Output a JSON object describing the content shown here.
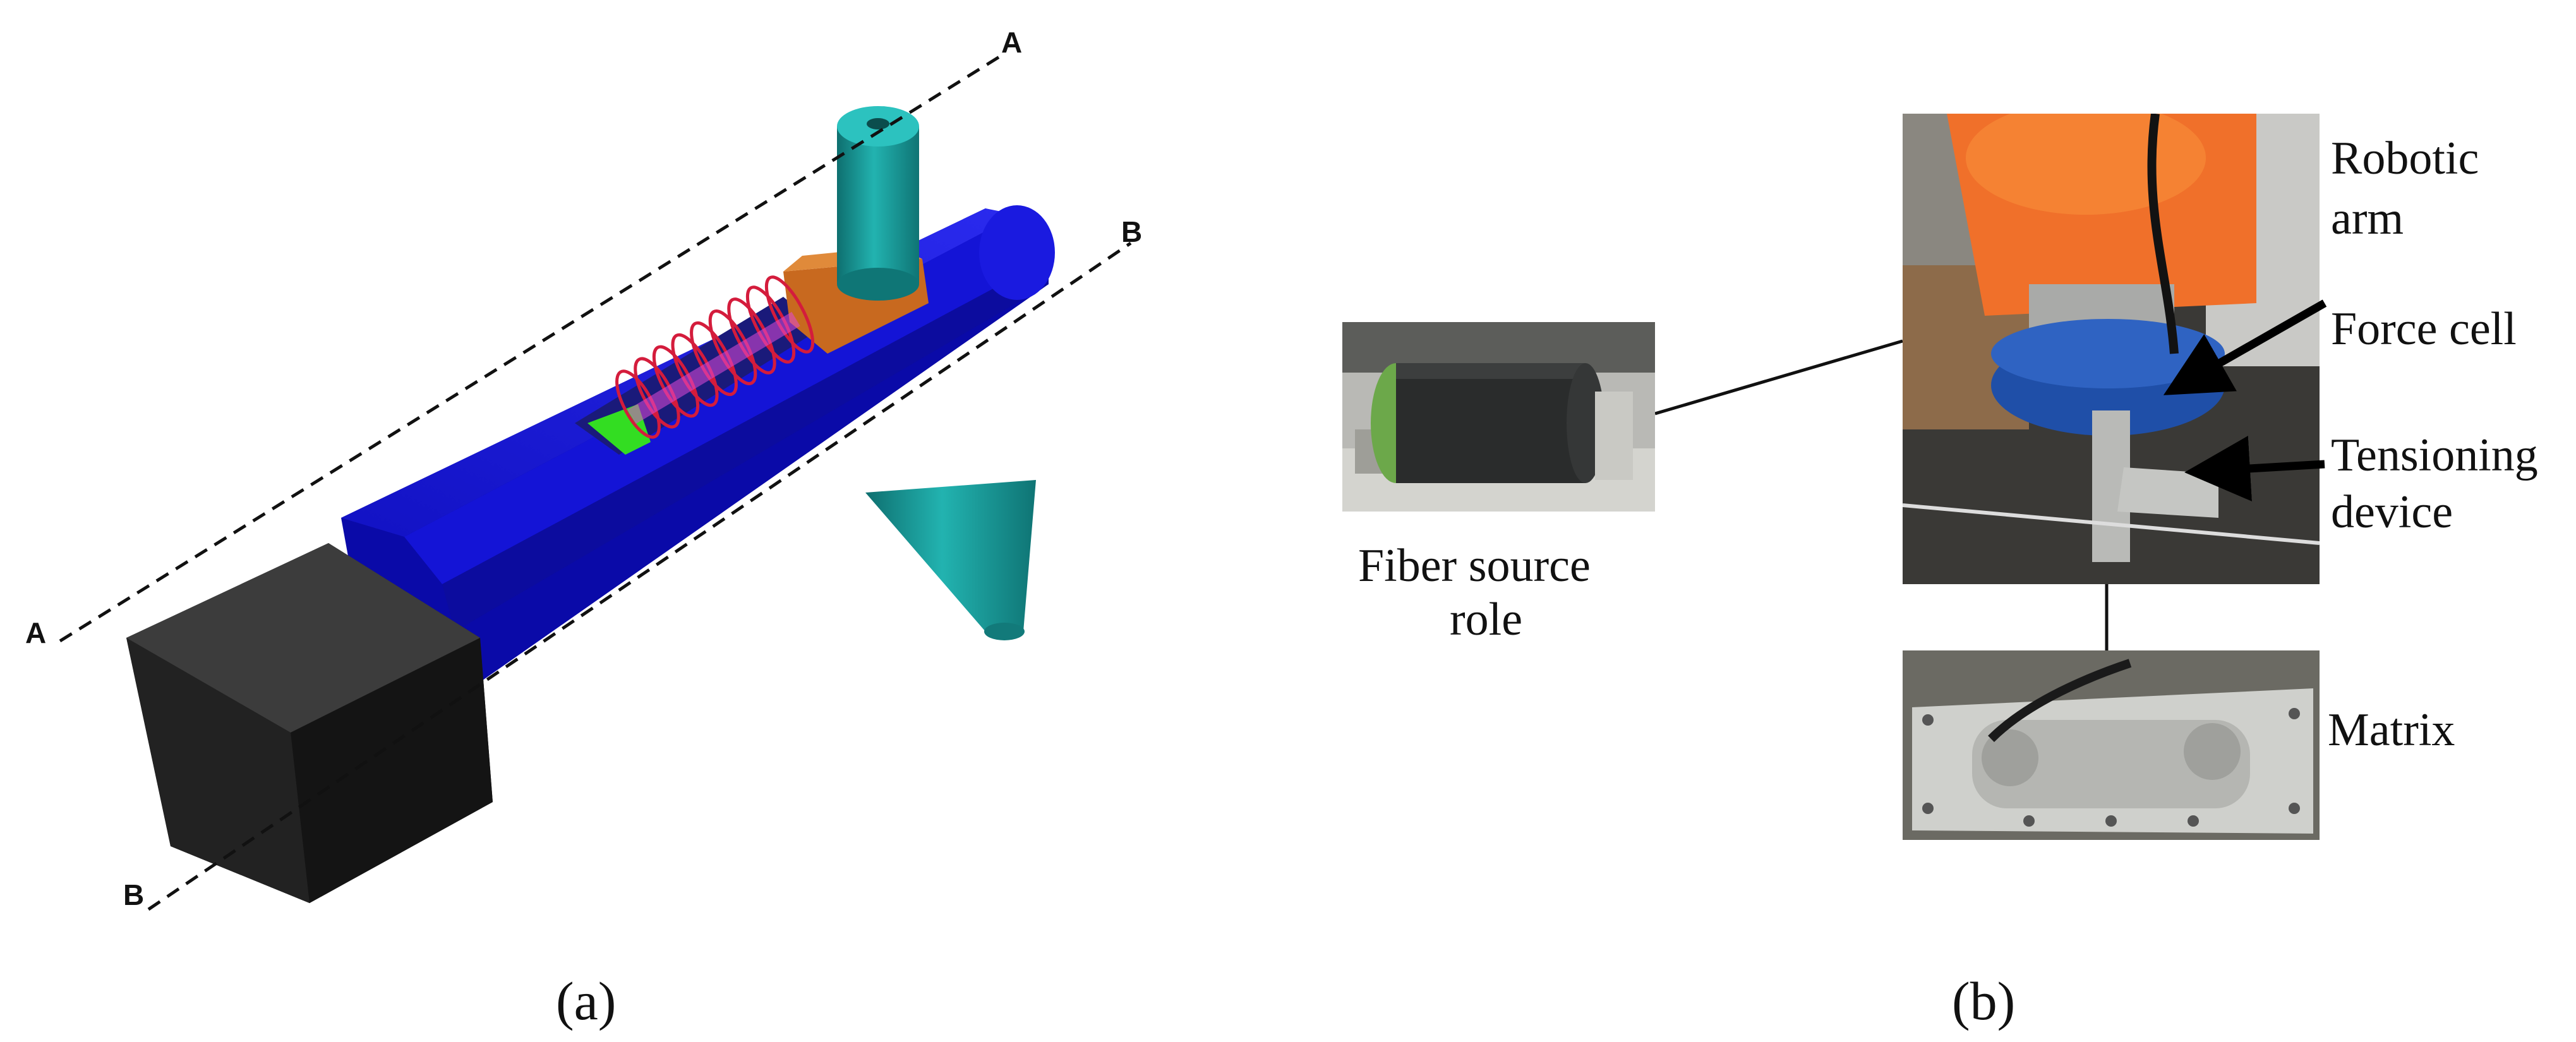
{
  "panel_a": {
    "caption": "(a)",
    "section_lines": [
      {
        "id": "A",
        "label_start": "A",
        "label_end": "A"
      },
      {
        "id": "B",
        "label_start": "B",
        "label_end": "B"
      }
    ]
  },
  "panel_b": {
    "caption": "(b)",
    "labels": {
      "robotic_arm": [
        "Robotic",
        "arm"
      ],
      "force_cell": "Force cell",
      "tensioning_device": [
        "Tensioning",
        "device"
      ],
      "matrix": "Matrix",
      "fiber_source": [
        "Fiber source",
        "role"
      ]
    }
  },
  "colors": {
    "arm_body": "#1010cc",
    "pin": "#1a9b9b",
    "end_block": "#1c1c1c",
    "spring": "#d41c3c",
    "insert": "#c8691f",
    "robot_orange": "#f0702a",
    "force_cell_blue": "#1f4fa8"
  }
}
